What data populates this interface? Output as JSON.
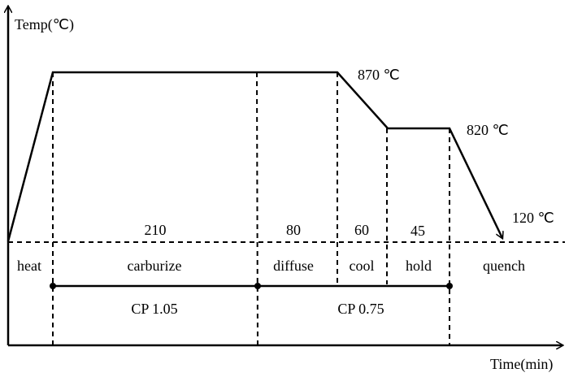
{
  "axes": {
    "y_label": "Temp(℃)",
    "x_label": "Time(min)"
  },
  "temperatures": {
    "carburize": "870 ℃",
    "hold": "820 ℃",
    "quench_end": "120 ℃"
  },
  "durations": {
    "carburize": "210",
    "diffuse": "80",
    "cool": "60",
    "hold": "45"
  },
  "stages": {
    "heat": "heat",
    "carburize": "carburize",
    "diffuse": "diffuse",
    "cool": "cool",
    "hold": "hold",
    "quench": "quench"
  },
  "carbon_potential": {
    "first": "CP 1.05",
    "second": "CP 0.75"
  }
}
